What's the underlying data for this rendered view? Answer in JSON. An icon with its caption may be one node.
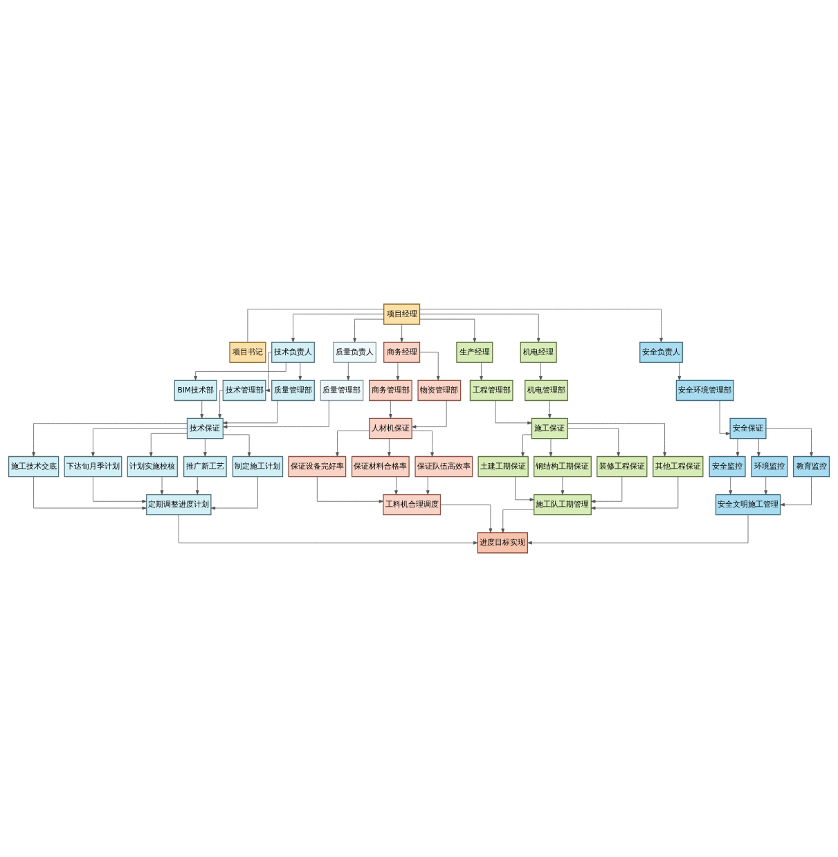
{
  "diagram": {
    "nodes": [
      {
        "text": [
          "项目经理"
        ]
      },
      {
        "text": [
          "项目书记"
        ]
      },
      {
        "text": [
          "技术负责人"
        ]
      },
      {
        "text": [
          "质量负责人"
        ]
      },
      {
        "text": [
          "商务经理"
        ]
      },
      {
        "text": [
          "生产经理"
        ]
      },
      {
        "text": [
          "机电经理"
        ]
      },
      {
        "text": [
          "安全负责人"
        ]
      },
      {
        "text": [
          "BIM技术部"
        ]
      },
      {
        "text": [
          "技术管理部"
        ]
      },
      {
        "text": [
          "质量管理部"
        ]
      },
      {
        "text": [
          "质量管理部"
        ]
      },
      {
        "text": [
          "商务管理部"
        ]
      },
      {
        "text": [
          "物资管理部"
        ]
      },
      {
        "text": [
          "工程管理部"
        ]
      },
      {
        "text": [
          "机电管理部"
        ]
      },
      {
        "text": [
          "安全环境管理部"
        ]
      },
      {
        "text": [
          "技术保证"
        ]
      },
      {
        "text": [
          "人材机保证"
        ]
      },
      {
        "text": [
          "施工保证"
        ]
      },
      {
        "text": [
          "安全保证"
        ]
      },
      {
        "text": [
          "施工技术交底"
        ]
      },
      {
        "text": [
          "下达旬月季计划"
        ]
      },
      {
        "text": [
          "计划实施校核"
        ]
      },
      {
        "text": [
          "推广新工艺"
        ]
      },
      {
        "text": [
          "制定施工计划"
        ]
      },
      {
        "text": [
          "保证设备完好率"
        ]
      },
      {
        "text": [
          "保证材料合格率"
        ]
      },
      {
        "text": [
          "保证队伍高效率"
        ]
      },
      {
        "text": [
          "土建工期保证"
        ]
      },
      {
        "text": [
          "钢结构工期保证"
        ]
      },
      {
        "text": [
          "装修工程保证"
        ]
      },
      {
        "text": [
          "其他工程保证"
        ]
      },
      {
        "text": [
          "安全监控"
        ]
      },
      {
        "text": [
          "环境监控"
        ]
      },
      {
        "text": [
          "教育监控"
        ]
      },
      {
        "text": [
          "定期调整进度计划"
        ]
      },
      {
        "text": [
          "工料机合理调度"
        ]
      },
      {
        "text": [
          "施工队工期管理"
        ]
      },
      {
        "text": [
          "安全文明施工管理"
        ]
      },
      {
        "text": [
          "进度目标实现"
        ]
      }
    ],
    "edges": [
      {
        "from": 0,
        "to": 1,
        "arrow": "none"
      },
      {
        "from": 0,
        "to": 2,
        "arrow": "to"
      },
      {
        "from": 0,
        "to": 3,
        "arrow": "to"
      },
      {
        "from": 0,
        "to": 4,
        "arrow": "to"
      },
      {
        "from": 0,
        "to": 5,
        "arrow": "to"
      },
      {
        "from": 0,
        "to": 6,
        "arrow": "to"
      },
      {
        "from": 0,
        "to": 7,
        "arrow": "to"
      },
      {
        "from": 2,
        "to": 8,
        "arrow": "to"
      },
      {
        "from": 2,
        "to": 9,
        "arrow": "to"
      },
      {
        "from": 2,
        "to": 10,
        "arrow": "to"
      },
      {
        "from": 3,
        "to": 11,
        "arrow": "to"
      },
      {
        "from": 4,
        "to": 12,
        "arrow": "to"
      },
      {
        "from": 4,
        "to": 13,
        "arrow": "to"
      },
      {
        "from": 5,
        "to": 14,
        "arrow": "to"
      },
      {
        "from": 6,
        "to": 15,
        "arrow": "to"
      },
      {
        "from": 7,
        "to": 16,
        "arrow": "to"
      },
      {
        "from": 8,
        "to": 17,
        "arrow": "to"
      },
      {
        "from": 9,
        "to": 17,
        "arrow": "to"
      },
      {
        "from": 10,
        "to": 17,
        "arrow": "to"
      },
      {
        "from": 11,
        "to": 17,
        "arrow": "to"
      },
      {
        "from": 12,
        "to": 18,
        "arrow": "to"
      },
      {
        "from": 13,
        "to": 18,
        "arrow": "to"
      },
      {
        "from": 14,
        "to": 19,
        "arrow": "to"
      },
      {
        "from": 15,
        "to": 19,
        "arrow": "to"
      },
      {
        "from": 16,
        "to": 20,
        "arrow": "to"
      },
      {
        "from": 17,
        "to": 21,
        "arrow": "to"
      },
      {
        "from": 17,
        "to": 22,
        "arrow": "to"
      },
      {
        "from": 17,
        "to": 23,
        "arrow": "to"
      },
      {
        "from": 17,
        "to": 24,
        "arrow": "to"
      },
      {
        "from": 17,
        "to": 25,
        "arrow": "to"
      },
      {
        "from": 18,
        "to": 26,
        "arrow": "to"
      },
      {
        "from": 18,
        "to": 27,
        "arrow": "to"
      },
      {
        "from": 18,
        "to": 28,
        "arrow": "to"
      },
      {
        "from": 19,
        "to": 29,
        "arrow": "to"
      },
      {
        "from": 19,
        "to": 30,
        "arrow": "to"
      },
      {
        "from": 19,
        "to": 31,
        "arrow": "to"
      },
      {
        "from": 19,
        "to": 32,
        "arrow": "to"
      },
      {
        "from": 20,
        "to": 33,
        "arrow": "to"
      },
      {
        "from": 20,
        "to": 34,
        "arrow": "to"
      },
      {
        "from": 20,
        "to": 35,
        "arrow": "to"
      },
      {
        "from": 21,
        "to": 36,
        "arrow": "to"
      },
      {
        "from": 22,
        "to": 36,
        "arrow": "to"
      },
      {
        "from": 23,
        "to": 36,
        "arrow": "to"
      },
      {
        "from": 24,
        "to": 36,
        "arrow": "to"
      },
      {
        "from": 25,
        "to": 36,
        "arrow": "to"
      },
      {
        "from": 26,
        "to": 37,
        "arrow": "to"
      },
      {
        "from": 27,
        "to": 37,
        "arrow": "to"
      },
      {
        "from": 28,
        "to": 37,
        "arrow": "to"
      },
      {
        "from": 29,
        "to": 38,
        "arrow": "to"
      },
      {
        "from": 30,
        "to": 38,
        "arrow": "to"
      },
      {
        "from": 31,
        "to": 38,
        "arrow": "to"
      },
      {
        "from": 32,
        "to": 38,
        "arrow": "to"
      },
      {
        "from": 33,
        "to": 39,
        "arrow": "to"
      },
      {
        "from": 34,
        "to": 39,
        "arrow": "to"
      },
      {
        "from": 35,
        "to": 39,
        "arrow": "to"
      },
      {
        "from": 36,
        "to": 40,
        "arrow": "to"
      },
      {
        "from": 37,
        "to": 40,
        "arrow": "to"
      },
      {
        "from": 38,
        "to": 40,
        "arrow": "to"
      },
      {
        "from": 39,
        "to": 40,
        "arrow": "to"
      }
    ]
  }
}
